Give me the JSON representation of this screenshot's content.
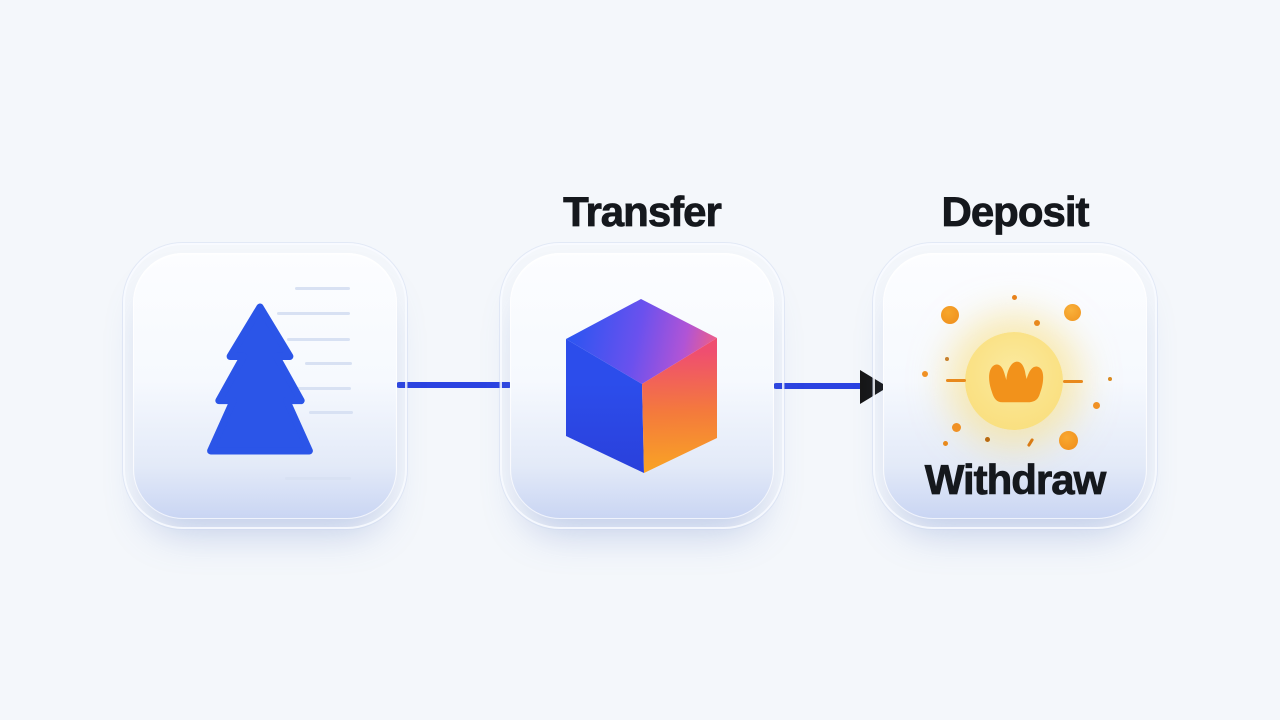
{
  "title": "Transfer / Deposit / Withdraw flow diagram",
  "labels": {
    "transfer": "Transfer",
    "deposit": "Deposit",
    "withdraw": "Withdraw"
  },
  "nodes": [
    {
      "id": "source",
      "icon": "tree-icon"
    },
    {
      "id": "transfer",
      "icon": "cube-icon",
      "label": "Transfer"
    },
    {
      "id": "deposit",
      "icon": "coin-burst-icon",
      "label": "Deposit",
      "caption": "Withdraw"
    }
  ],
  "connectors": [
    {
      "from": "source",
      "to": "transfer",
      "type": "line"
    },
    {
      "from": "transfer",
      "to": "deposit",
      "type": "arrow"
    }
  ],
  "colors": {
    "background": "#F4F7FB",
    "card_top": "#FCFDFF",
    "card_bottom": "#C9D5F3",
    "tree_blue": "#2B55E8",
    "connector_blue": "#2B43E1",
    "arrow_black": "#161616",
    "cube_left_face": "#2B49E8",
    "cube_top_gradient": [
      "#2E55F1",
      "#6A51EE",
      "#B054D6",
      "#EF5E87"
    ],
    "cube_right_gradient": [
      "#EF4E70",
      "#F47A3C",
      "#F9A424"
    ],
    "sun_yellow": "#FAE287",
    "crown_orange": "#F2921B",
    "label_text": "#15181D"
  }
}
